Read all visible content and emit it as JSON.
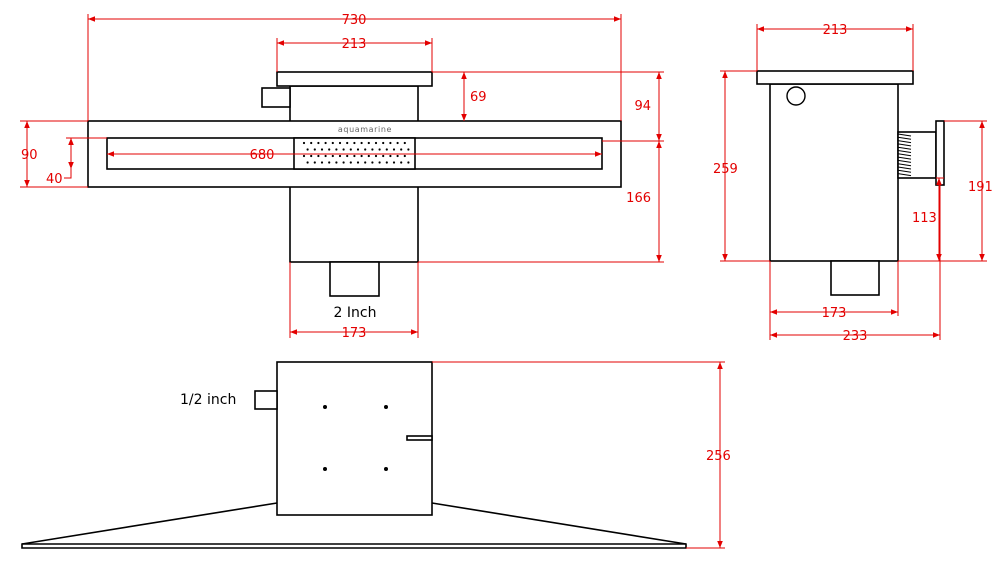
{
  "brand": "aquamarine",
  "front_view": {
    "dims": {
      "overall_width": "730",
      "box_top_width": "213",
      "opening_width": "680",
      "top_to_deck": "69",
      "top_to_slot": "94",
      "slot_to_bottom": "166",
      "deck_height": "90",
      "slot_height": "40",
      "box_width": "173"
    },
    "outlet_label": "2 Inch"
  },
  "side_view": {
    "dims": {
      "top_width": "213",
      "height": "259",
      "outlet_height": "191",
      "outlet_center": "113",
      "box_width": "173",
      "overall_depth": "233"
    }
  },
  "plan_view": {
    "dims": {
      "depth": "256"
    },
    "inlet_label": "1/2 inch"
  }
}
